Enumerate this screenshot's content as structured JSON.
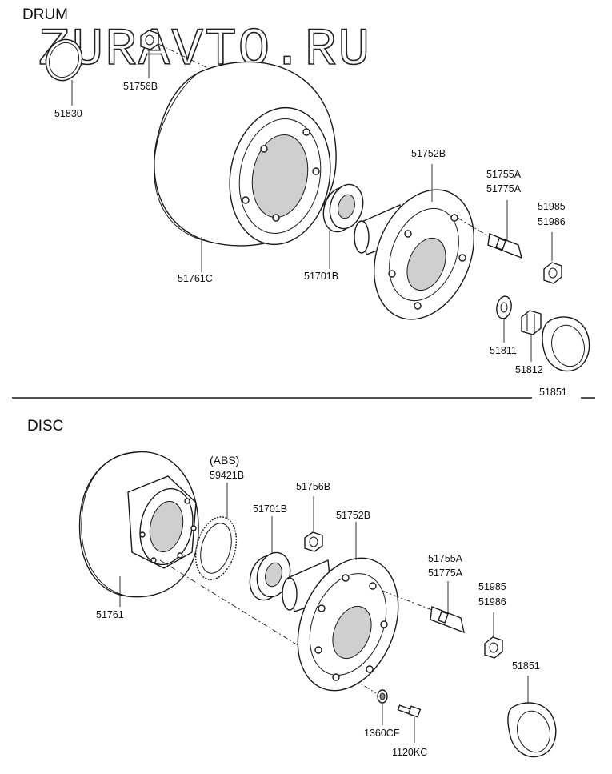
{
  "watermark": "ZURAVTO.RU",
  "sections": {
    "drum": {
      "title": "DRUM",
      "labels": {
        "p51830": "51830",
        "p51756B": "51756B",
        "p51761C": "51761C",
        "p51701B": "51701B",
        "p51752B": "51752B",
        "p51755A": "51755A",
        "p51775A": "51775A",
        "p51985": "51985",
        "p51986": "51986",
        "p51811": "51811",
        "p51812": "51812",
        "p51851": "51851"
      }
    },
    "disc": {
      "title": "DISC",
      "labels": {
        "abs": "(ABS)",
        "p59421B": "59421B",
        "p51756B": "51756B",
        "p51701B": "51701B",
        "p51752B": "51752B",
        "p51761": "51761",
        "p51755A": "51755A",
        "p51775A": "51775A",
        "p51985": "51985",
        "p51986": "51986",
        "p51851": "51851",
        "p1360CF": "1360CF",
        "p1120KC": "1120KC"
      }
    }
  }
}
